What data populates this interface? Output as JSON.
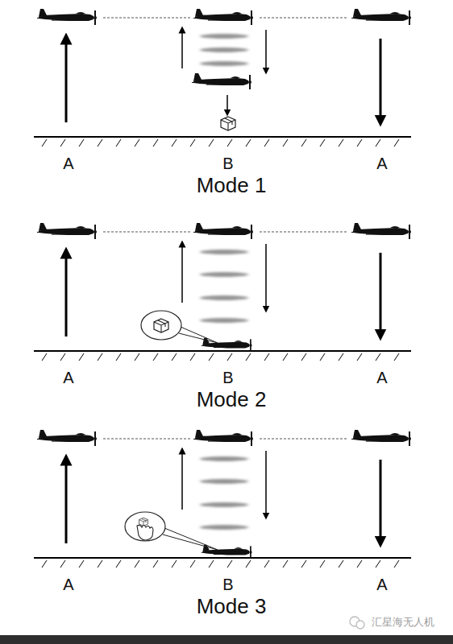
{
  "diagram": {
    "labels": [
      "A",
      "B",
      "A",
      "Mode 1",
      "A",
      "B",
      "A",
      "Mode 2",
      "A",
      "B",
      "A",
      "Mode 3",
      "汇星海无人机"
    ]
  }
}
